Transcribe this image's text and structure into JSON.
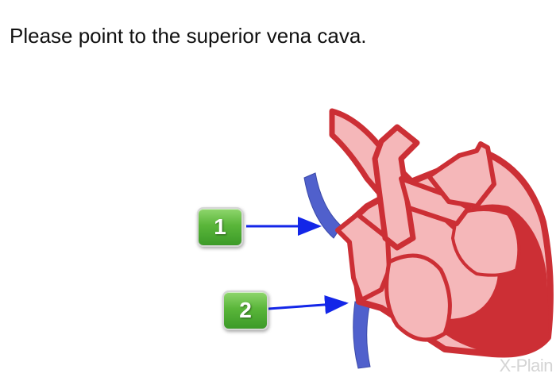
{
  "question": "Please point to the superior vena cava.",
  "answers": [
    {
      "label": "1"
    },
    {
      "label": "2"
    }
  ],
  "logo": "X-Plain",
  "colors": {
    "heart_fill": "#f5b7b9",
    "heart_outline": "#cc2f35",
    "vein": "#5060cc",
    "arrow": "#1326e8",
    "button": "#4fae33"
  }
}
